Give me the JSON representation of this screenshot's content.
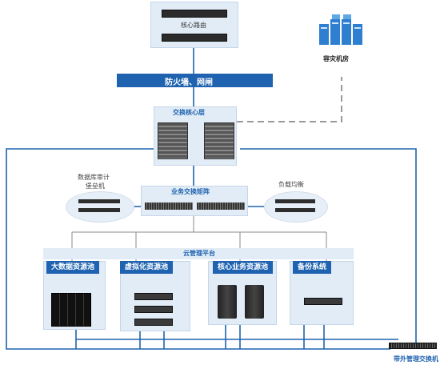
{
  "core_router": {
    "label": "核心路由"
  },
  "disaster_recovery": {
    "label": "容灾机房"
  },
  "firewall": {
    "label": "防火墙、网闸"
  },
  "switch_core": {
    "label": "交换核心层"
  },
  "db_audit": {
    "line1": "数据库审计",
    "line2": "堡垒机"
  },
  "load_balance": {
    "label": "负载均衡"
  },
  "service_matrix": {
    "label": "业务交换矩阵"
  },
  "cloud_platform": {
    "label": "云管理平台"
  },
  "pools": [
    {
      "label": "大数据资源池"
    },
    {
      "label": "虚拟化资源池"
    },
    {
      "label": "核心业务资源池"
    },
    {
      "label": "备份系统"
    }
  ],
  "oob_switch": {
    "label": "带外管理交换机"
  },
  "colors": {
    "accent": "#1f63b0",
    "line": "#1f63b0",
    "dashed": "#9a9a9a",
    "panel": "#e2ecf6",
    "tray": "#7fc2ee"
  }
}
